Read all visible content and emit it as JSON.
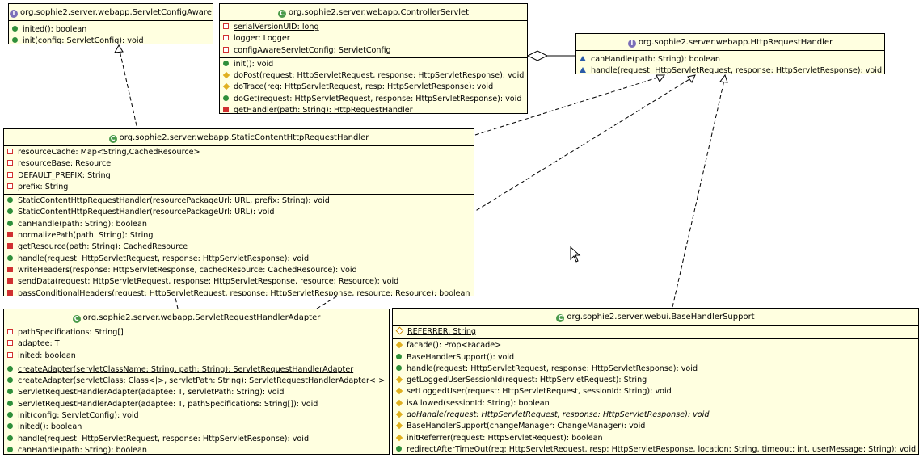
{
  "classes": {
    "servletConfigAware": {
      "kind": "interface",
      "name": "org.sophie2.server.webapp.ServletConfigAware",
      "fields": [],
      "methods": [
        {
          "vis": "public",
          "text": "inited(): boolean"
        },
        {
          "vis": "public",
          "text": "init(config: ServletConfig): void"
        }
      ]
    },
    "controllerServlet": {
      "kind": "class",
      "name": "org.sophie2.server.webapp.ControllerServlet",
      "fields": [
        {
          "vis": "private-field",
          "text": "serialVersionUID: long",
          "static": true
        },
        {
          "vis": "private-field",
          "text": "logger: Logger"
        },
        {
          "vis": "private-field",
          "text": "configAwareServletConfig: ServletConfig"
        }
      ],
      "methods": [
        {
          "vis": "public",
          "text": "init(): void"
        },
        {
          "vis": "protected",
          "text": "doPost(request: HttpServletRequest, response: HttpServletResponse): void"
        },
        {
          "vis": "protected",
          "text": "doTrace(req: HttpServletRequest, resp: HttpServletResponse): void"
        },
        {
          "vis": "public",
          "text": "doGet(request: HttpServletRequest, response: HttpServletResponse): void"
        },
        {
          "vis": "private",
          "text": "getHandler(path: String): HttpRequestHandler"
        }
      ]
    },
    "httpRequestHandler": {
      "kind": "interface",
      "name": "org.sophie2.server.webapp.HttpRequestHandler",
      "fields": [],
      "methods": [
        {
          "vis": "package",
          "text": "canHandle(path: String): boolean"
        },
        {
          "vis": "package",
          "text": "handle(request: HttpServletRequest, response: HttpServletResponse): void"
        }
      ]
    },
    "staticContentHandler": {
      "kind": "class",
      "name": "org.sophie2.server.webapp.StaticContentHttpRequestHandler",
      "fields": [
        {
          "vis": "private-field",
          "text": "resourceCache: Map<String,CachedResource>"
        },
        {
          "vis": "private-field",
          "text": "resourceBase: Resource"
        },
        {
          "vis": "private-field",
          "text": "DEFAULT_PREFIX: String",
          "static": true
        },
        {
          "vis": "private-field",
          "text": "prefix: String"
        }
      ],
      "methods": [
        {
          "vis": "public",
          "text": "StaticContentHttpRequestHandler(resourcePackageUrl: URL, prefix: String): void"
        },
        {
          "vis": "public",
          "text": "StaticContentHttpRequestHandler(resourcePackageUrl: URL): void"
        },
        {
          "vis": "public",
          "text": "canHandle(path: String): boolean"
        },
        {
          "vis": "private",
          "text": "normalizePath(path: String): String"
        },
        {
          "vis": "private",
          "text": "getResource(path: String): CachedResource"
        },
        {
          "vis": "public",
          "text": "handle(request: HttpServletRequest, response: HttpServletResponse): void"
        },
        {
          "vis": "private",
          "text": "writeHeaders(response: HttpServletResponse, cachedResource: CachedResource): void"
        },
        {
          "vis": "private",
          "text": "sendData(request: HttpServletRequest, response: HttpServletResponse, resource: Resource): void"
        },
        {
          "vis": "private",
          "text": "passConditionalHeaders(request: HttpServletRequest, response: HttpServletResponse, resource: Resource): boolean"
        }
      ]
    },
    "servletRequestHandlerAdapter": {
      "kind": "class",
      "name": "org.sophie2.server.webapp.ServletRequestHandlerAdapter",
      "fields": [
        {
          "vis": "private-field",
          "text": "pathSpecifications: String[]"
        },
        {
          "vis": "private-field",
          "text": "adaptee: T"
        },
        {
          "vis": "private-field",
          "text": "inited: boolean"
        }
      ],
      "methods": [
        {
          "vis": "public",
          "text": "createAdapter(servletClassName: String, path: String): ServletRequestHandlerAdapter",
          "static": true
        },
        {
          "vis": "public",
          "text": "createAdapter(servletClass: Class<|>, servletPath: String): ServletRequestHandlerAdapter<|>",
          "static": true
        },
        {
          "vis": "public",
          "text": "ServletRequestHandlerAdapter(adaptee: T, servletPath: String): void"
        },
        {
          "vis": "public",
          "text": "ServletRequestHandlerAdapter(adaptee: T, pathSpecifications: String[]): void"
        },
        {
          "vis": "public",
          "text": "init(config: ServletConfig): void"
        },
        {
          "vis": "public",
          "text": "inited(): boolean"
        },
        {
          "vis": "public",
          "text": "handle(request: HttpServletRequest, response: HttpServletResponse): void"
        },
        {
          "vis": "public",
          "text": "canHandle(path: String): boolean"
        }
      ]
    },
    "baseHandlerSupport": {
      "kind": "class",
      "name": "org.sophie2.server.webui.BaseHandlerSupport",
      "fields": [
        {
          "vis": "protected-field",
          "text": "REFERRER: String",
          "static": true
        }
      ],
      "methods": [
        {
          "vis": "protected",
          "text": "facade(): Prop<Facade>"
        },
        {
          "vis": "public",
          "text": "BaseHandlerSupport(): void"
        },
        {
          "vis": "public",
          "text": "handle(request: HttpServletRequest, response: HttpServletResponse): void"
        },
        {
          "vis": "protected",
          "text": "getLoggedUserSessionId(request: HttpServletRequest): String"
        },
        {
          "vis": "protected",
          "text": "setLoggedUser(request: HttpServletRequest, sessionId: String): void"
        },
        {
          "vis": "protected",
          "text": "isAllowed(sessionId: String): boolean"
        },
        {
          "vis": "protected",
          "text": "doHandle(request: HttpServletRequest, response: HttpServletResponse): void",
          "abstract": true
        },
        {
          "vis": "protected",
          "text": "BaseHandlerSupport(changeManager: ChangeManager): void"
        },
        {
          "vis": "protected",
          "text": "initReferrer(request: HttpServletRequest): boolean"
        },
        {
          "vis": "public",
          "text": "redirectAfterTimeOut(req: HttpServletRequest, resp: HttpServletResponse, location: String, timeout: int, userMessage: String): void"
        }
      ]
    }
  },
  "kind_icons": {
    "class": "C",
    "interface": "I"
  },
  "colors": {
    "box_fill": "#ffffe0",
    "class_icon": "#4a9a4a",
    "interface_icon": "#7b6fb8"
  }
}
